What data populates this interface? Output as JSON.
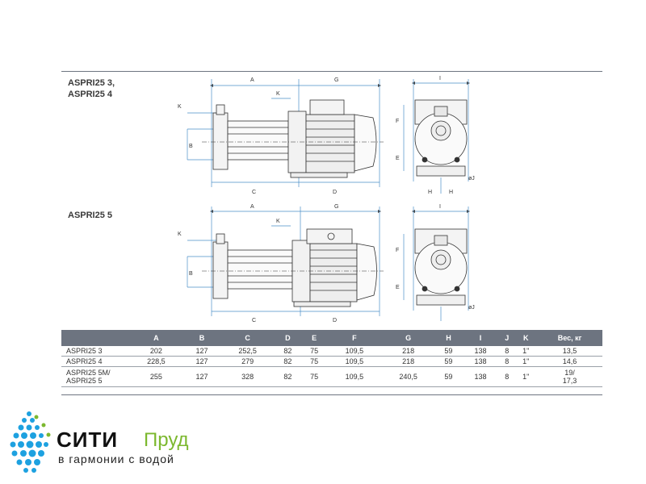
{
  "drawings": {
    "top_label": "ASPRI25 3,\nASPRI25 4",
    "bottom_label": "ASPRI25 5",
    "dim_letters": {
      "a": "A",
      "b": "B",
      "c": "C",
      "d": "D",
      "e": "E",
      "f": "F",
      "g": "G",
      "h": "H",
      "i": "I",
      "k": "K",
      "j": "øJ"
    }
  },
  "table": {
    "headers": [
      "",
      "A",
      "B",
      "C",
      "D",
      "E",
      "F",
      "G",
      "H",
      "I",
      "J",
      "K",
      "Вес, кг"
    ],
    "rows": [
      [
        "ASPRI25 3",
        "202",
        "127",
        "252,5",
        "82",
        "75",
        "109,5",
        "218",
        "59",
        "138",
        "8",
        "1\"",
        "13,5"
      ],
      [
        "ASPRI25 4",
        "228,5",
        "127",
        "279",
        "82",
        "75",
        "109,5",
        "218",
        "59",
        "138",
        "8",
        "1\"",
        "14,6"
      ],
      [
        "ASPRI25 5M/\nASPRI25 5",
        "255",
        "127",
        "328",
        "82",
        "75",
        "109,5",
        "240,5",
        "59",
        "138",
        "8",
        "1\"",
        "19/\n17,3"
      ]
    ]
  },
  "brand": {
    "name_main": "СИТИ",
    "name_accent": "Пруд",
    "tagline": "в гармонии с водой",
    "accent_color": "#7cb82f",
    "drop_color": "#1da1e0"
  }
}
